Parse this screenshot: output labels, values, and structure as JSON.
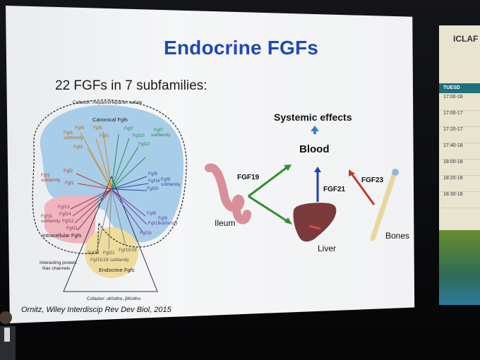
{
  "slide": {
    "title": "Endocrine FGFs",
    "subtitle": "22 FGFs in 7 subfamilies:",
    "citation": "Ornitz, Wiley Interdiscip Rev Dev Biol, 2015"
  },
  "tree": {
    "cofactor_top": "Cofactor: Heparin/Heparan sulfate",
    "canonical": "Canonical Fgfs",
    "intracellular": "Intracellular Fgfs",
    "endocrine": "Endocrine Fgfs",
    "interacting": "Interacting protein:",
    "nav": "Nav channels",
    "cofactor_bottom": "Cofactor: αKlotho, βKlotho",
    "fgf4_sub": "Fgf4",
    "fgf4_sub2": "subfamily",
    "fgf7_sub": "Fgf7",
    "fgf7_sub2": "subfamily",
    "fgf1_sub": "Fgf1",
    "fgf1_sub2": "subfamily",
    "fgf9_sub": "Fgf9",
    "fgf9_sub2": "subfamily",
    "fgf11_sub": "Fgf11",
    "fgf11_sub2": "subfamily",
    "fgf8_sub": "Fgf8",
    "fgf8_sub2": "subfamily",
    "fgf15_sub": "Fgf15/19 subfamily",
    "leaves": {
      "fgf6": "Fgf6",
      "fgf5": "Fgf5",
      "fgf4": "Fgf4",
      "fgf3": "Fgf3",
      "fgf7": "Fgf7",
      "fgf10": "Fgf10",
      "fgf22": "Fgf22",
      "fgf2": "Fgf2",
      "fgf1": "Fgf1",
      "fgf9": "Fgf9",
      "fgf16": "Fgf16",
      "fgf20": "Fgf20",
      "fgf13": "Fgf13",
      "fgf14": "Fgf14",
      "fgf12": "Fgf12",
      "fgf11": "Fgf11",
      "fgf8": "Fgf8",
      "fgf17": "Fgf17",
      "fgf18": "Fgf18",
      "fgf23": "Fgf23",
      "fgf21": "Fgf21",
      "fgf1519": "Fgf15/19"
    }
  },
  "diagram": {
    "systemic": "Systemic effects",
    "blood": "Blood",
    "fgf19": "FGF19",
    "fgf21": "FGF21",
    "fgf23": "FGF23",
    "ileum": "Ileum",
    "liver": "Liver",
    "bones": "Bones"
  },
  "side": {
    "header": "TUESD",
    "logo": "ICLAF",
    "times": [
      "17:00-18",
      "17:00-17",
      "17:20-17",
      "17:40-18",
      "18:00-18",
      "18:20-18",
      "18:30-18"
    ]
  },
  "colors": {
    "title_blue": "#1f47b5",
    "canonical_blue": "#a8cde8",
    "intracellular_pink": "#efb4bd",
    "endocrine_yellow": "#eedc9c",
    "arrow_green": "#2f8f2f",
    "arrow_blue": "#1e3fb8",
    "arrow_red": "#c0392b"
  }
}
